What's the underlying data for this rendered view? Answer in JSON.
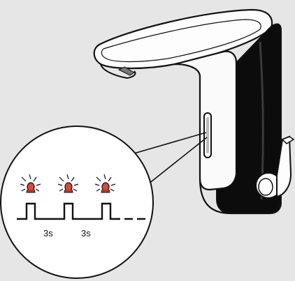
{
  "figure": {
    "background": "#e6e6e6",
    "led_color": "#d84a3a",
    "line_color": "#111111"
  },
  "pulse_diagram": {
    "interval_labels": [
      "3s",
      "3s"
    ],
    "led_count": 3,
    "continues": true
  }
}
